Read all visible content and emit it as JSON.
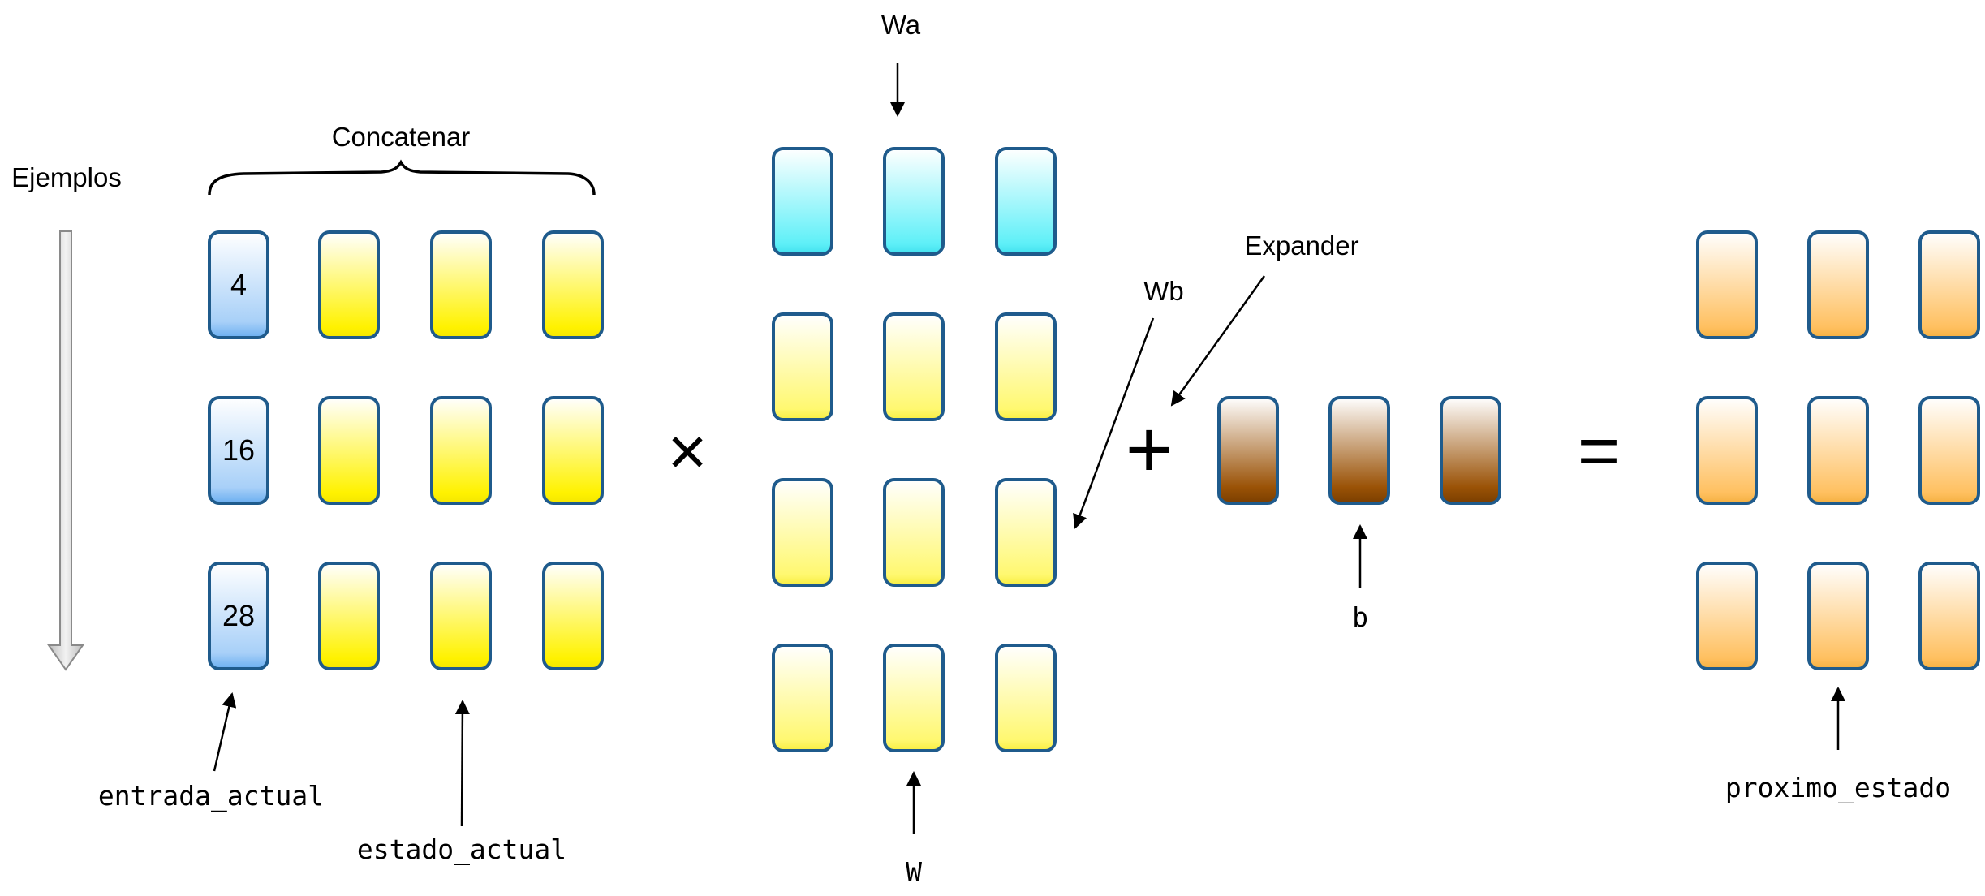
{
  "labels": {
    "ejemplos": "Ejemplos",
    "concatenar": "Concatenar",
    "wa": "Wa",
    "wb": "Wb",
    "expander": "Expander",
    "entrada_actual": "entrada_actual",
    "estado_actual": "estado_actual",
    "w": "W",
    "b": "b",
    "proximo_estado": "proximo_estado"
  },
  "operators": {
    "multiply": "×",
    "plus": "+",
    "equals": "="
  },
  "entrada_values": [
    "4",
    "16",
    "28"
  ],
  "colors": {
    "entrada": "#6aaef0",
    "estado": "#fff200",
    "wa": "#5ff0f8",
    "w": "#fff870",
    "b": "#9a5206",
    "proximo": "#ffc060",
    "border": "#1f5b8c"
  }
}
